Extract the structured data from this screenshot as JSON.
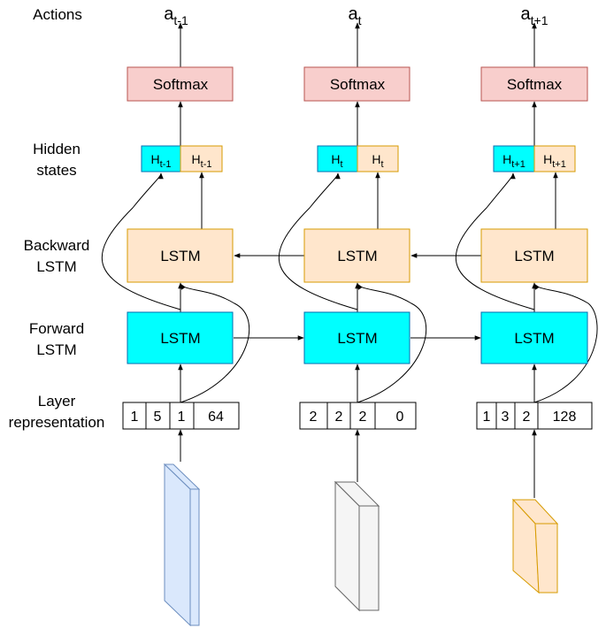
{
  "row_labels": {
    "actions": "Actions",
    "hidden_line1": "Hidden",
    "hidden_line2": "states",
    "backward_line1": "Backward",
    "backward_line2": "LSTM",
    "forward_line1": "Forward",
    "forward_line2": "LSTM",
    "layer_line1": "Layer",
    "layer_line2": "representation"
  },
  "columns": [
    {
      "action_main": "a",
      "action_sub": "t-1",
      "softmax_label": "Softmax",
      "hidden_fwd_main": "H",
      "hidden_fwd_sub": "t-1",
      "hidden_bwd_main": "H",
      "hidden_bwd_sub": "t-1",
      "backward_label": "LSTM",
      "forward_label": "LSTM",
      "layer_cells": [
        "1",
        "5",
        "1",
        "64"
      ],
      "layer_color": "blue"
    },
    {
      "action_main": "a",
      "action_sub": "t",
      "softmax_label": "Softmax",
      "hidden_fwd_main": "H",
      "hidden_fwd_sub": "t",
      "hidden_bwd_main": "H",
      "hidden_bwd_sub": "t",
      "backward_label": "LSTM",
      "forward_label": "LSTM",
      "layer_cells": [
        "2",
        "2",
        "2",
        "0"
      ],
      "layer_color": "gray"
    },
    {
      "action_main": "a",
      "action_sub": "t+1",
      "softmax_label": "Softmax",
      "hidden_fwd_main": "H",
      "hidden_fwd_sub": "t+1",
      "hidden_bwd_main": "H",
      "hidden_bwd_sub": "t+1",
      "backward_label": "LSTM",
      "forward_label": "LSTM",
      "layer_cells": [
        "1",
        "3",
        "2",
        "128"
      ],
      "layer_color": "orange"
    }
  ],
  "colors": {
    "softmax_fill": "#f8cecc",
    "softmax_stroke": "#b85450",
    "forward_fill": "#00ffff",
    "forward_stroke": "#006eaf",
    "backward_fill": "#ffe6cc",
    "backward_stroke": "#d79b00",
    "hidden_fwd_fill": "#00ffff",
    "hidden_bwd_fill": "#ffe6cc",
    "layer_blue_fill": "#dae8fc",
    "layer_blue_stroke": "#6c8ebf",
    "layer_gray_fill": "#f5f5f5",
    "layer_gray_stroke": "#666666",
    "layer_orange_fill": "#ffe6cc",
    "layer_orange_stroke": "#d79b00"
  }
}
